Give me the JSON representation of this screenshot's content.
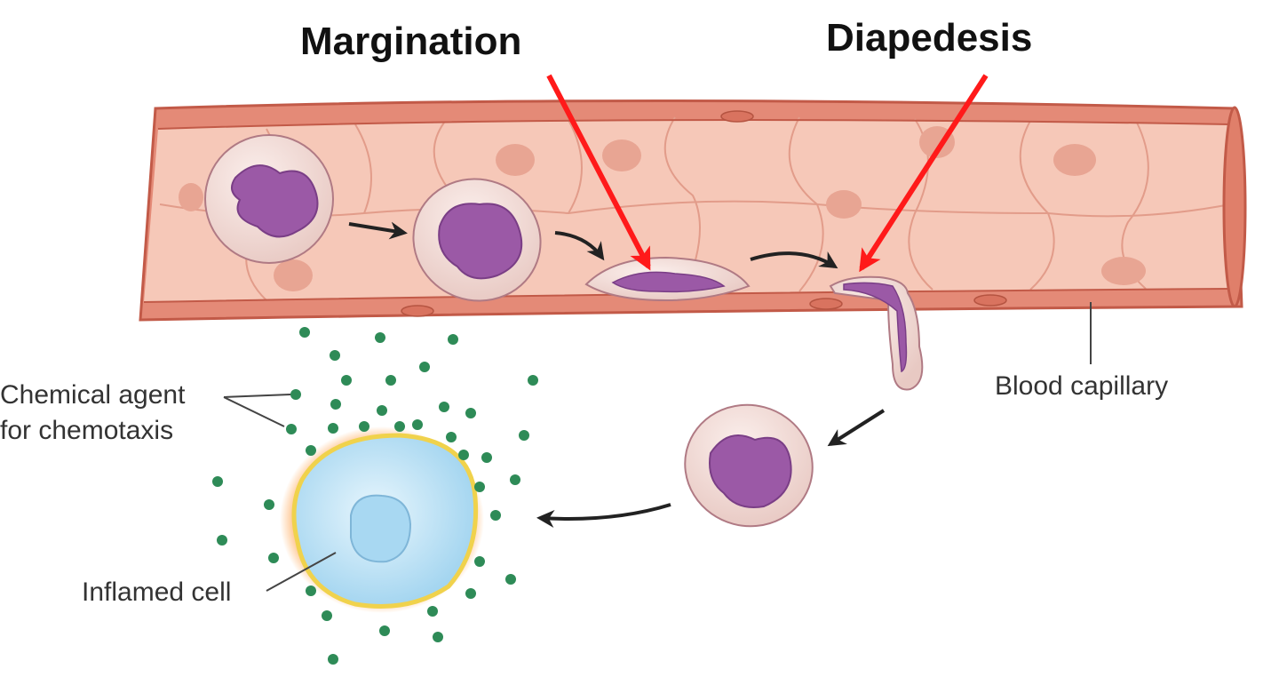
{
  "labels": {
    "margination": "Margination",
    "diapedesis": "Diapedesis",
    "chemical_agent_line1": "Chemical agent",
    "chemical_agent_line2": "for chemotaxis",
    "blood_capillary": "Blood capillary",
    "inflamed_cell": "Inflamed cell"
  },
  "colors": {
    "vessel_outer": "#e48a77",
    "vessel_inner": "#f6c8b8",
    "vessel_wall_line": "#c8604e",
    "cell_body": "#f3dcd7",
    "cell_nucleus": "#9b59a6",
    "cell_dots": "#8a4a8f",
    "red_arrow": "#ff1a1a",
    "chemical_dot": "#2e8b57",
    "inflamed_cell_body": "#bfe3f7",
    "inflamed_cell_nucleus": "#9fd4f0",
    "inflamed_cell_glow": "#f5d25c"
  }
}
